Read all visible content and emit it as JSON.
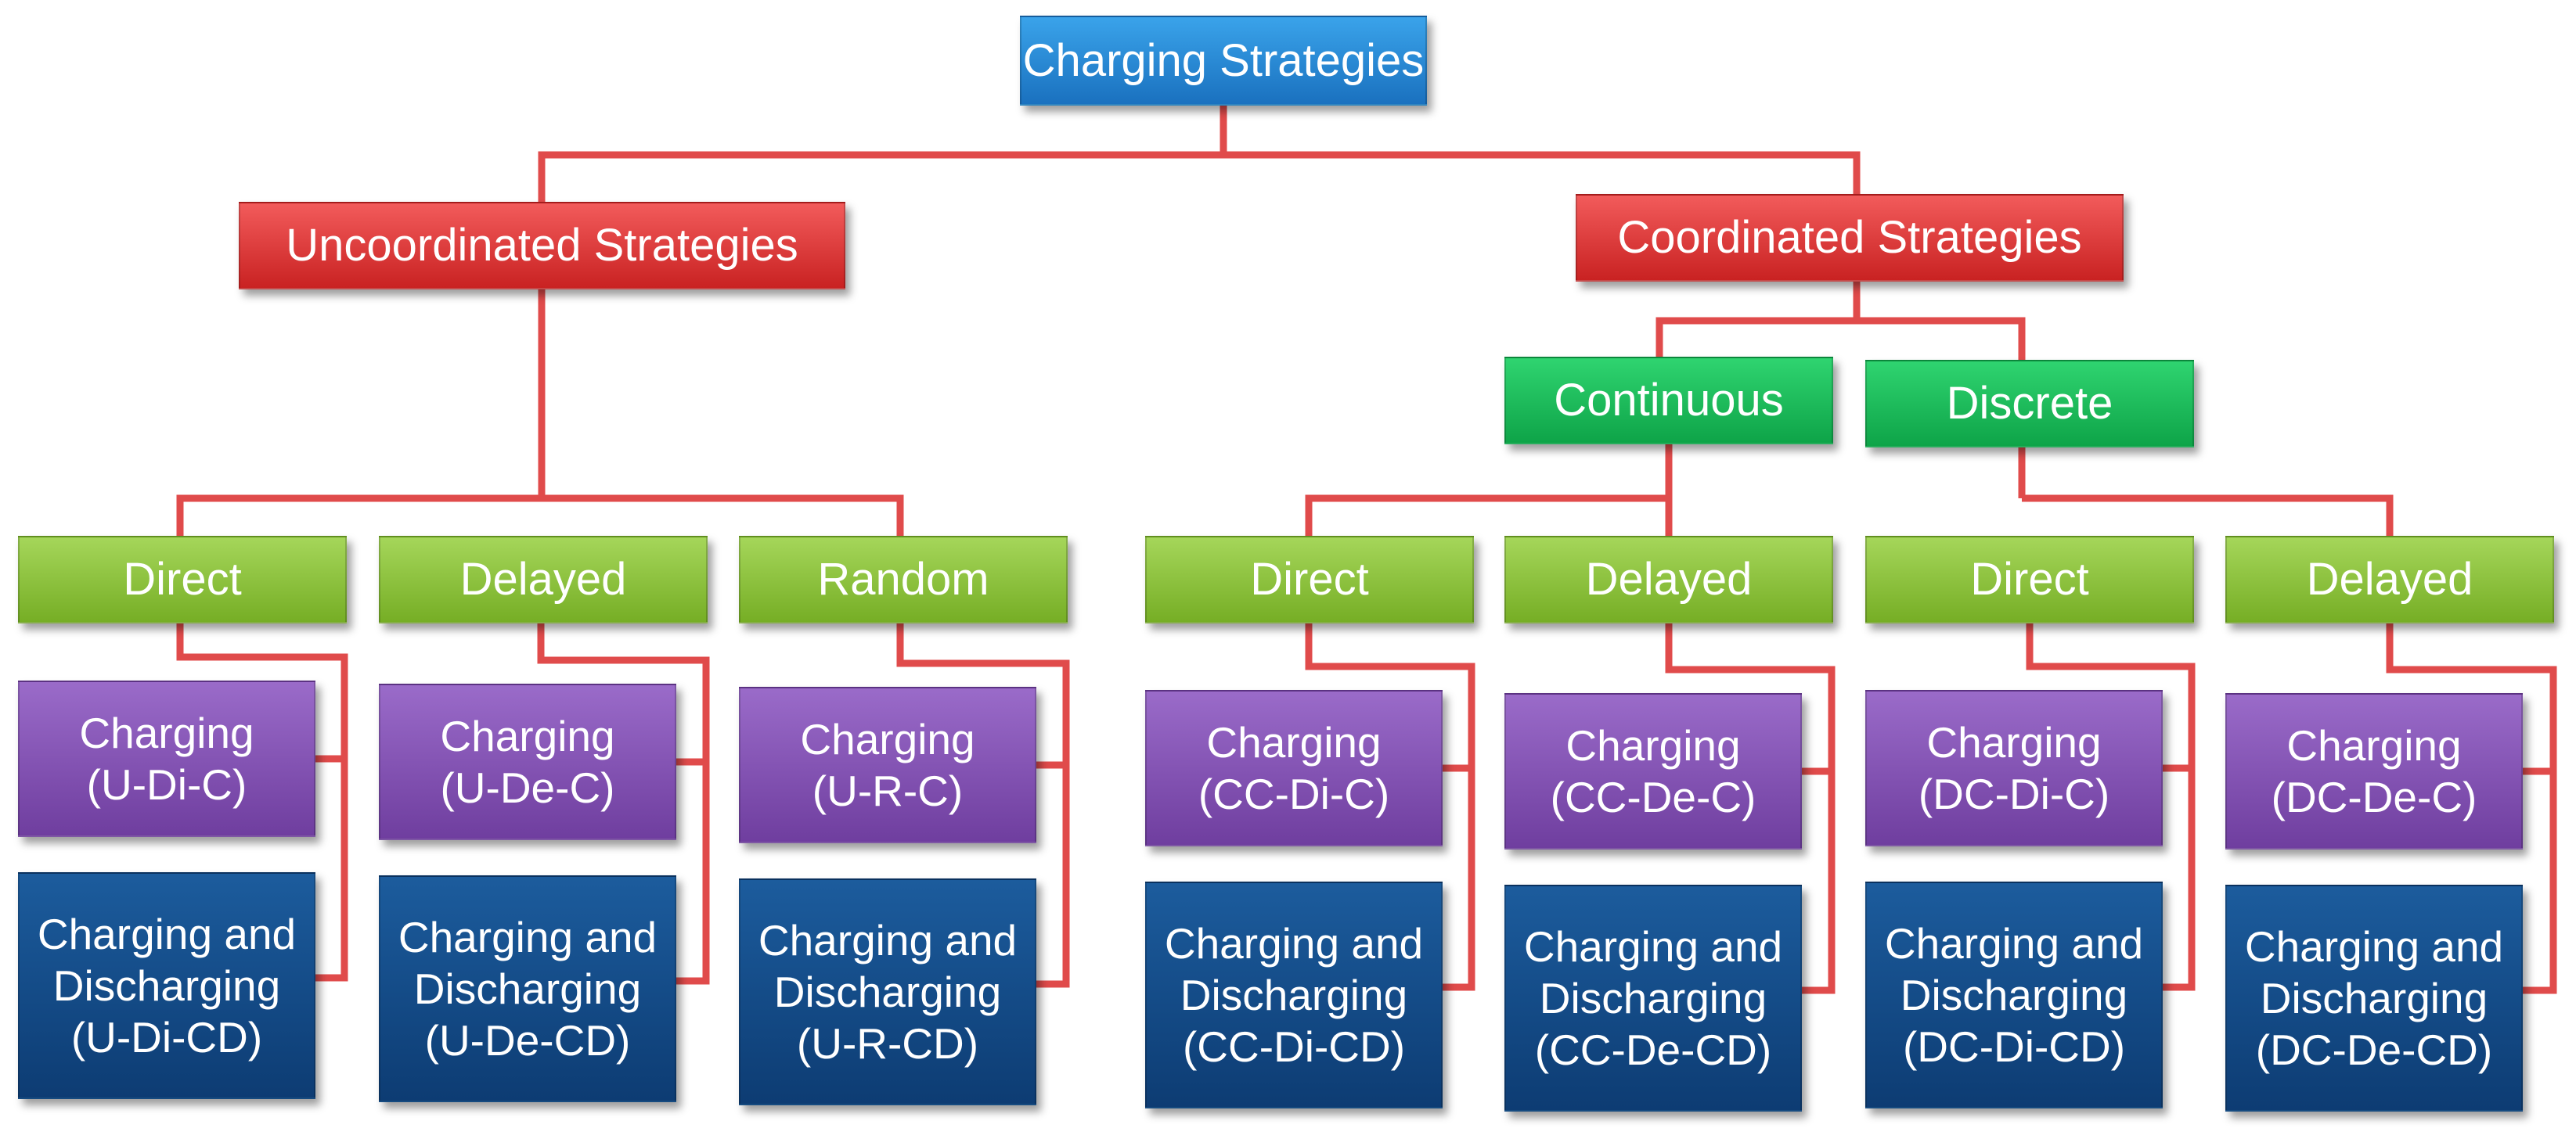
{
  "colors": {
    "connector": "#e04b4b",
    "root": "#2a8ad8",
    "strategy": "#de3a3a",
    "mode": "#18bb5a",
    "type": "#8cc63e",
    "charging": "#8652b5",
    "charging_discharging": "#124a87"
  },
  "root": {
    "label": "Charging Strategies"
  },
  "uncoordinated": {
    "label": "Uncoordinated Strategies",
    "groups": [
      {
        "label": "Direct",
        "charging": "Charging\n(U-Di-C)",
        "charging_discharging": "Charging and\nDischarging\n(U-Di-CD)"
      },
      {
        "label": "Delayed",
        "charging": "Charging\n(U-De-C)",
        "charging_discharging": "Charging and\nDischarging\n(U-De-CD)"
      },
      {
        "label": "Random",
        "charging": "Charging\n(U-R-C)",
        "charging_discharging": "Charging and\nDischarging\n(U-R-CD)"
      }
    ]
  },
  "coordinated": {
    "label": "Coordinated Strategies",
    "continuous": {
      "label": "Continuous",
      "groups": [
        {
          "label": "Direct",
          "charging": "Charging\n(CC-Di-C)",
          "charging_discharging": "Charging and\nDischarging\n(CC-Di-CD)"
        },
        {
          "label": "Delayed",
          "charging": "Charging\n(CC-De-C)",
          "charging_discharging": "Charging and\nDischarging\n(CC-De-CD)"
        }
      ]
    },
    "discrete": {
      "label": "Discrete",
      "groups": [
        {
          "label": "Direct",
          "charging": "Charging\n(DC-Di-C)",
          "charging_discharging": "Charging and\nDischarging\n(DC-Di-CD)"
        },
        {
          "label": "Delayed",
          "charging": "Charging\n(DC-De-C)",
          "charging_discharging": "Charging and\nDischarging\n(DC-De-CD)"
        }
      ]
    }
  }
}
